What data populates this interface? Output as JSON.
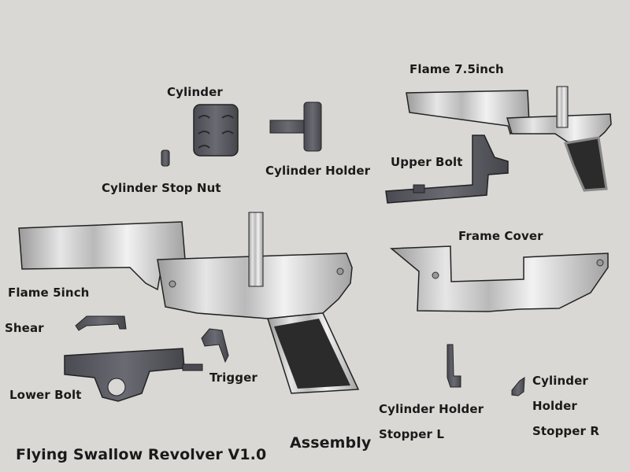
{
  "title": "Flying Swallow Revolver V1.0",
  "subtitle": "Assembly",
  "colors": {
    "background": "#d9d8d4",
    "metal_light": "#e8e8e8",
    "metal_dark": "#8a8a8a",
    "part_dark": "#55565c",
    "grip": "#2b2b2b"
  },
  "labels": {
    "cylinder": "Cylinder",
    "cylinder_stop_nut": "Cylinder Stop Nut",
    "cylinder_holder": "Cylinder Holder",
    "flame_7_5": "Flame 7.5inch",
    "upper_bolt": "Upper Bolt",
    "frame_cover": "Frame Cover",
    "flame_5": "Flame 5inch",
    "shear": "Shear",
    "trigger": "Trigger",
    "lower_bolt": "Lower Bolt",
    "cylinder_holder_stopper_l_1": "Cylinder Holder",
    "cylinder_holder_stopper_l_2": "Stopper L",
    "cylinder_holder_stopper_r_1": "Cylinder",
    "cylinder_holder_stopper_r_2": "Holder",
    "cylinder_holder_stopper_r_3": "Stopper R"
  }
}
